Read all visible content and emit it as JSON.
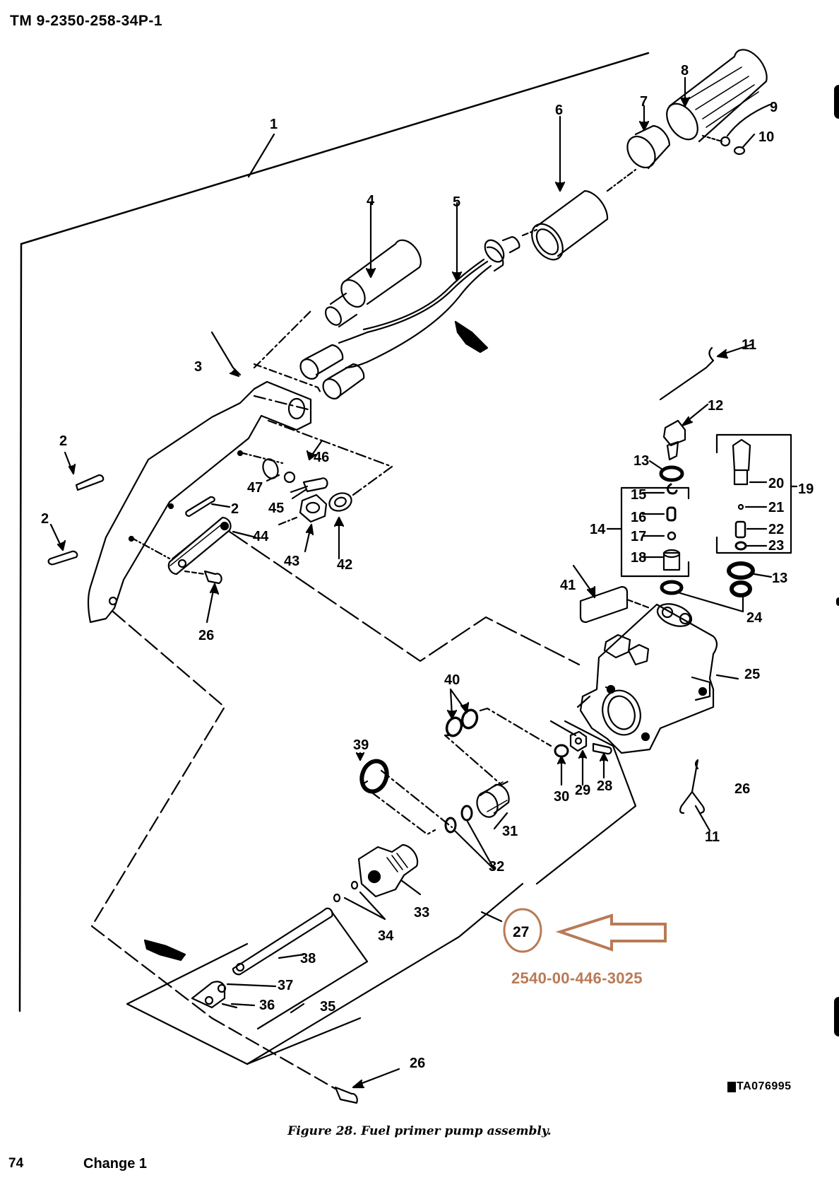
{
  "header": {
    "tm_number": "TM 9-2350-258-34P-1"
  },
  "figure": {
    "caption": "Figure 28. Fuel primer pump assembly.",
    "figure_id": "TA076995",
    "title": "Fuel primer pump assembly",
    "callouts": [
      "1",
      "2",
      "2",
      "2",
      "3",
      "4",
      "5",
      "6",
      "7",
      "8",
      "9",
      "10",
      "11",
      "11",
      "12",
      "13",
      "13",
      "14",
      "15",
      "16",
      "17",
      "18",
      "19",
      "20",
      "21",
      "22",
      "23",
      "24",
      "25",
      "26",
      "26",
      "26",
      "27",
      "28",
      "29",
      "30",
      "31",
      "32",
      "33",
      "34",
      "35",
      "36",
      "37",
      "38",
      "39",
      "40",
      "41",
      "42",
      "43",
      "44",
      "45",
      "46",
      "47"
    ]
  },
  "highlight": {
    "item": "27",
    "nsn": "2540-00-446-3025",
    "color": "#b87a55"
  },
  "footer": {
    "page_number": "74",
    "change": "Change 1"
  }
}
